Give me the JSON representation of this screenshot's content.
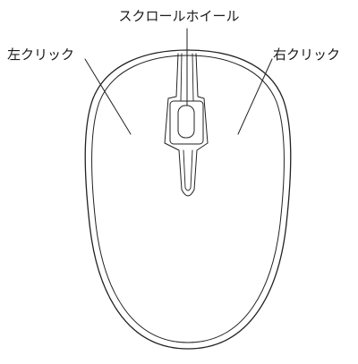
{
  "diagram": {
    "labels": {
      "scroll_wheel": "スクロールホイール",
      "left_click": "左クリック",
      "right_click": "右クリック"
    }
  }
}
